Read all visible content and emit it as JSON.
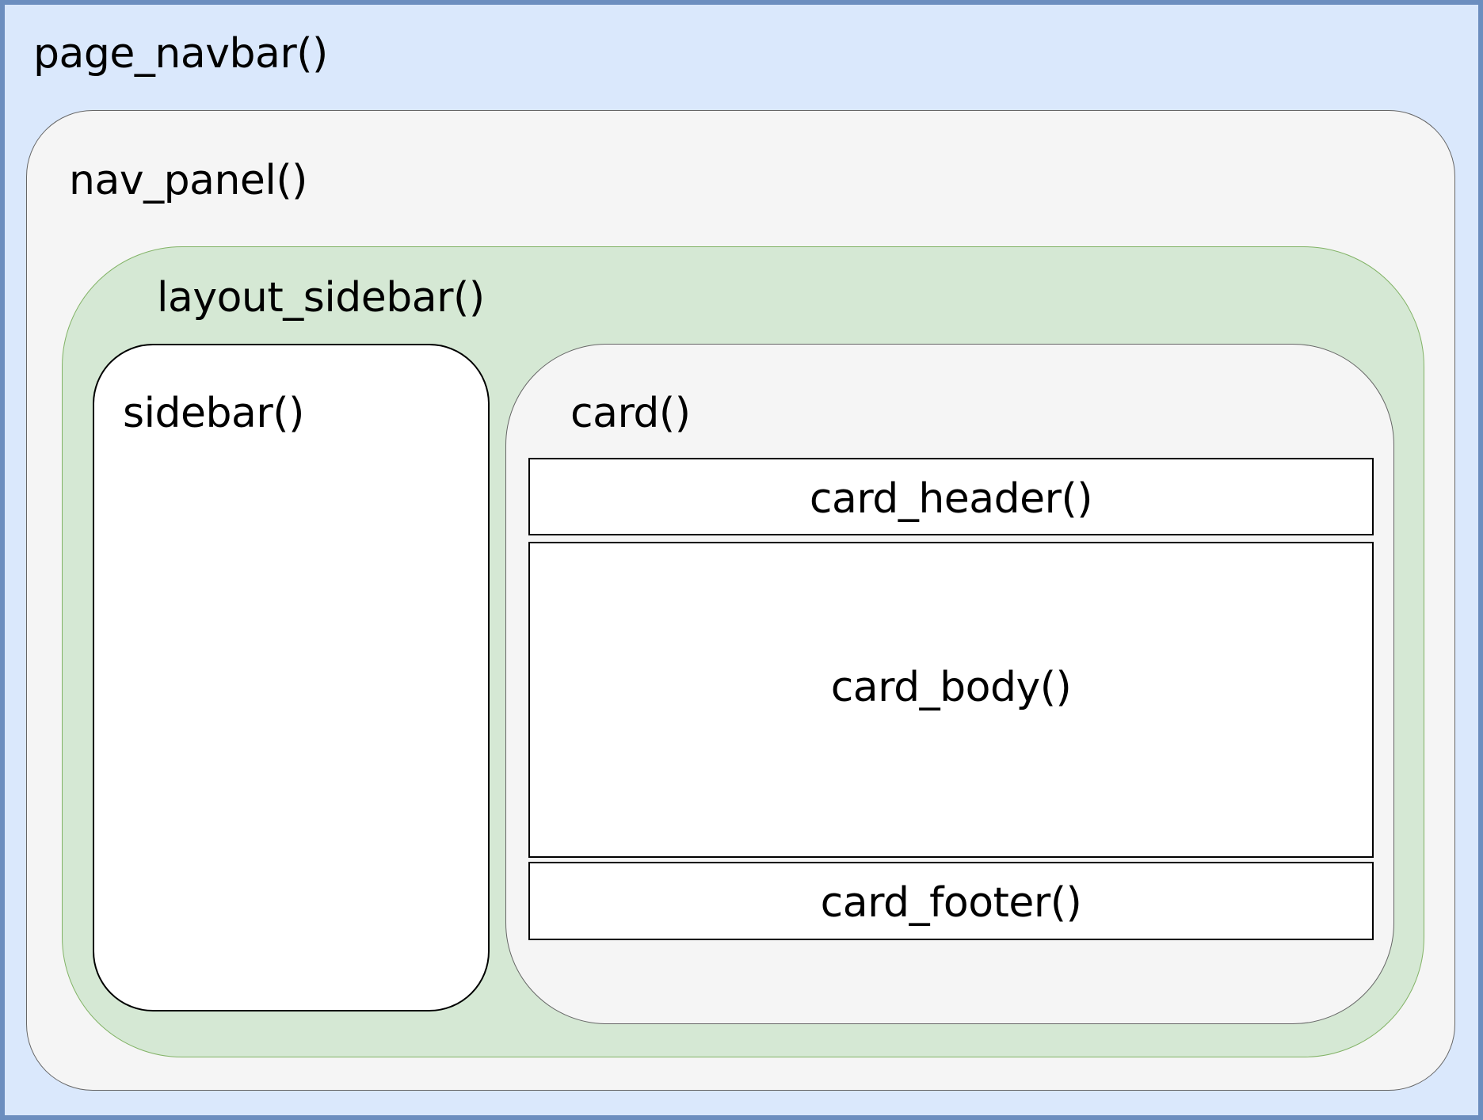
{
  "diagram": {
    "page_navbar": {
      "label": "page_navbar()"
    },
    "nav_panel": {
      "label": "nav_panel()"
    },
    "layout_sidebar": {
      "label": "layout_sidebar()"
    },
    "sidebar": {
      "label": "sidebar()"
    },
    "card": {
      "label": "card()",
      "header": {
        "label": "card_header()"
      },
      "body": {
        "label": "card_body()"
      },
      "footer": {
        "label": "card_footer()"
      }
    }
  },
  "colors": {
    "page_navbar_fill": "#dae8fc",
    "page_navbar_stroke": "#6c8ebf",
    "nav_panel_fill": "#f5f5f5",
    "nav_panel_stroke": "#666666",
    "layout_sidebar_fill": "#d5e8d4",
    "layout_sidebar_stroke": "#82b366",
    "card_fill": "#f5f5f5",
    "sidebar_fill": "#ffffff"
  }
}
